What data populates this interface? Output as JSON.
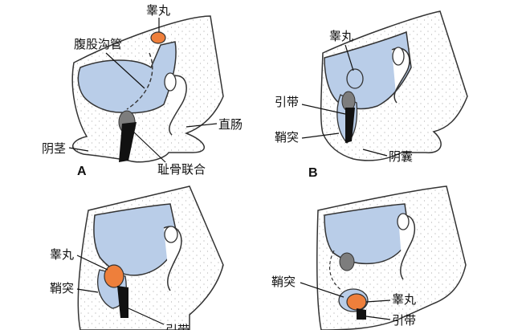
{
  "colors": {
    "peritoneum_blue": "#b9cde8",
    "testis_orange": "#ee7f3b",
    "outline": "#333333",
    "tissue_white": "#ffffff",
    "stipple": "#8a8a8a",
    "symphysis_gray": "#7d7d7d",
    "gubernaculum_black": "#111111"
  },
  "panels": {
    "a": {
      "letter": "A",
      "labels": {
        "testis": "睾丸",
        "inguinal_canal": "腹股沟管",
        "rectum": "直肠",
        "penis": "阴茎",
        "pubic_symphysis": "耻骨联合"
      }
    },
    "b": {
      "letter": "B",
      "labels": {
        "testis": "睾丸",
        "gubernaculum": "引带",
        "processus_vaginalis": "鞘突",
        "scrotum": "阴囊"
      }
    },
    "c": {
      "labels": {
        "testis": "睾丸",
        "processus_vaginalis": "鞘突",
        "gubernaculum": "引带"
      }
    },
    "d": {
      "labels": {
        "processus_vaginalis": "鞘突",
        "testis": "睾丸",
        "gubernaculum": "引带"
      }
    }
  }
}
